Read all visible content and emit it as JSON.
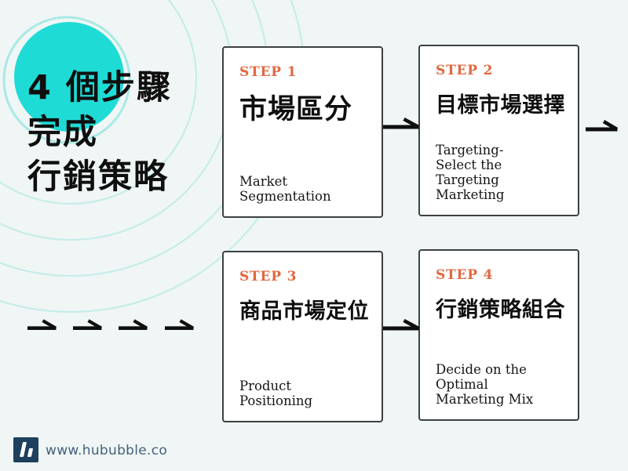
{
  "title": {
    "lines": [
      "4 個步驟",
      "完成",
      "行銷策略"
    ]
  },
  "steps": [
    {
      "label": "STEP 1",
      "heading": "市場區分",
      "subtitle_lines": [
        "Market",
        "Segmentation"
      ]
    },
    {
      "label": "STEP 2",
      "heading": "目標市場選擇",
      "subtitle_lines": [
        "Targeting-",
        "Select the",
        "Targeting Marketing"
      ]
    },
    {
      "label": "STEP 3",
      "heading": "商品市場定位",
      "subtitle_lines": [
        "Product",
        "Positioning"
      ]
    },
    {
      "label": "STEP 4",
      "heading": "行銷策略組合",
      "subtitle_lines": [
        "Decide on the",
        "Optimal",
        "Marketing Mix"
      ]
    }
  ],
  "footer": {
    "website": "www.hububble.co"
  },
  "icons": {
    "flow_arrow": "right-arrow-icon",
    "logo": "hububble-logo-icon"
  },
  "colors": {
    "accent-teal": "#1fdbd6",
    "ring-teal": "#c3ece9",
    "halo-teal": "#a9e9e5",
    "step-orange": "#e2673f",
    "ink": "#0f0f0f",
    "card-border": "#3d4043",
    "card-bg": "#ffffff",
    "navy": "#1e3f5e",
    "url-text": "#44617b",
    "background": "#eff6f5"
  }
}
